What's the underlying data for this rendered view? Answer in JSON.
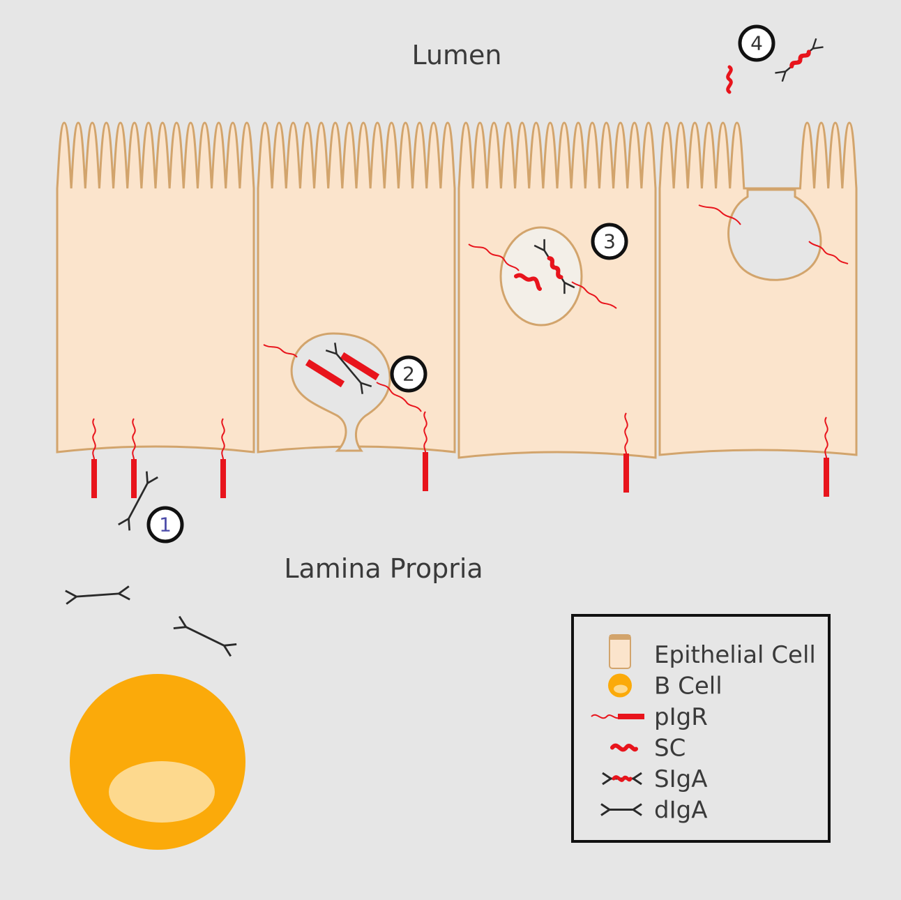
{
  "labels": {
    "lumen": "Lumen",
    "lamina_propria": "Lamina Propria"
  },
  "steps": [
    "1",
    "2",
    "3",
    "4"
  ],
  "legend": {
    "items": [
      {
        "icon": "epithelial-cell-icon",
        "label": "Epithelial Cell"
      },
      {
        "icon": "b-cell-icon",
        "label": "B Cell"
      },
      {
        "icon": "pigr-icon",
        "label": "pIgR"
      },
      {
        "icon": "sc-icon",
        "label": "SC"
      },
      {
        "icon": "siga-icon",
        "label": "SIgA"
      },
      {
        "icon": "diga-icon",
        "label": "dIgA"
      }
    ]
  },
  "colors": {
    "background": "#e6e6e6",
    "cell_fill": "#fbe4cc",
    "cell_stroke": "#d2a46c",
    "receptor_red": "#e8141c",
    "b_cell": "#fbaa0a",
    "b_cell_nucleus": "#fdd98e",
    "antibody": "#2a2a2a"
  }
}
